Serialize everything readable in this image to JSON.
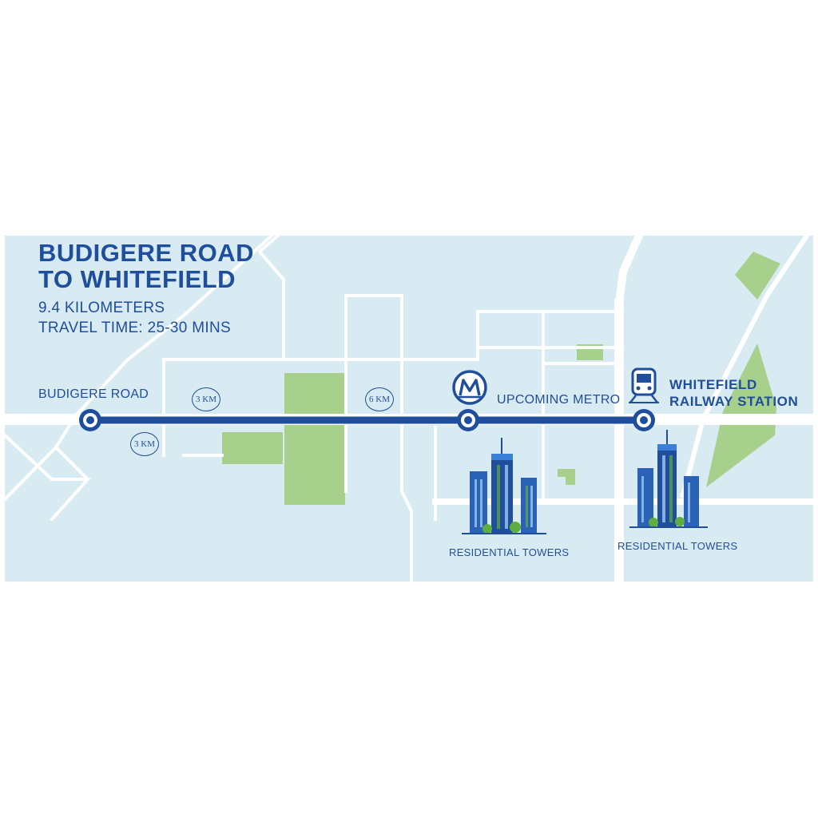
{
  "colors": {
    "water_bg": "#d8ebf3",
    "road": "#ffffff",
    "park": "#a8d08d",
    "route": "#1f4e9c",
    "text": "#1f4e9c",
    "tower_green": "#5fae3f"
  },
  "title": {
    "line1": "BUDIGERE ROAD",
    "line2": "TO WHITEFIELD",
    "distance": "9.4 KILOMETERS",
    "travel_time": "TRAVEL TIME: 25-30 MINS"
  },
  "stops": {
    "start": {
      "label": "BUDIGERE ROAD"
    },
    "metro": {
      "label": "UPCOMING METRO",
      "icon": "metro-m-icon"
    },
    "end": {
      "line1": "WHITEFIELD",
      "line2": "RAILWAY STATION",
      "icon": "train-icon"
    }
  },
  "distance_markers": [
    "3 KM",
    "3 KM",
    "6 KM"
  ],
  "landmarks": [
    "RESIDENTIAL TOWERS",
    "RESIDENTIAL TOWERS"
  ]
}
